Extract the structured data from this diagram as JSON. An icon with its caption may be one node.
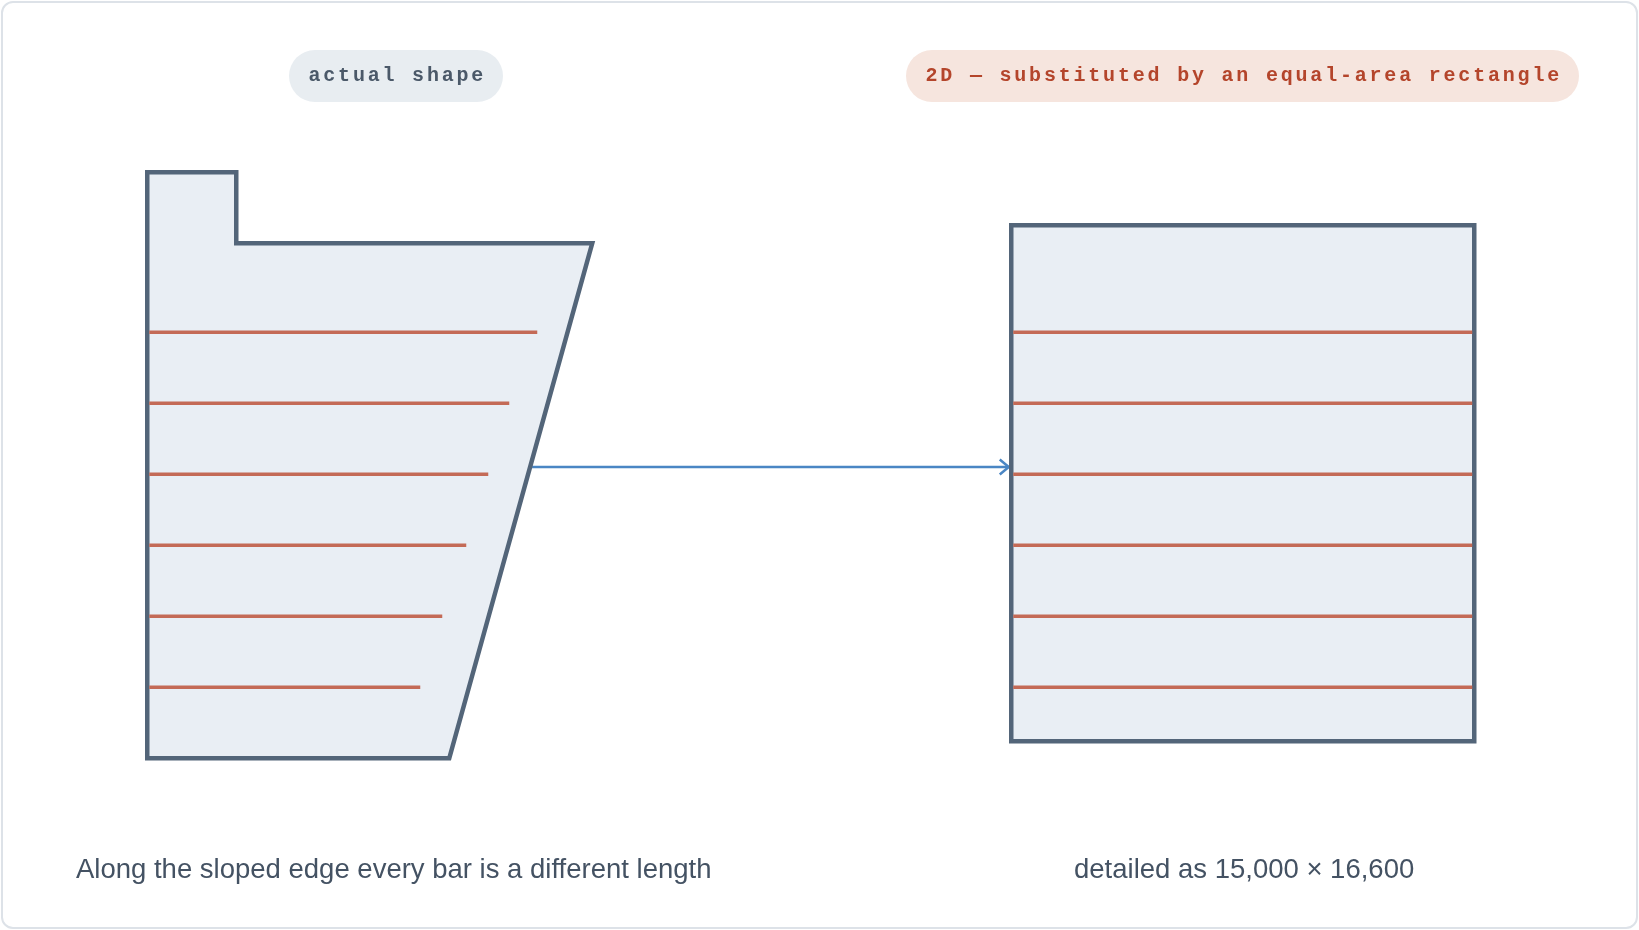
{
  "diagram": {
    "nodes": [
      {
        "text": [],
        "shape": "polygon"
      },
      {
        "text": [],
        "shape": "box"
      }
    ],
    "edges": [
      {
        "from": 0,
        "to": 1,
        "arrow": "to"
      }
    ],
    "labels": [
      "actual shape",
      "2D — substituted by an equal-area rectangle",
      "Along the sloped edge every bar is a different length",
      "detailed as 15,000 × 16,600"
    ]
  }
}
